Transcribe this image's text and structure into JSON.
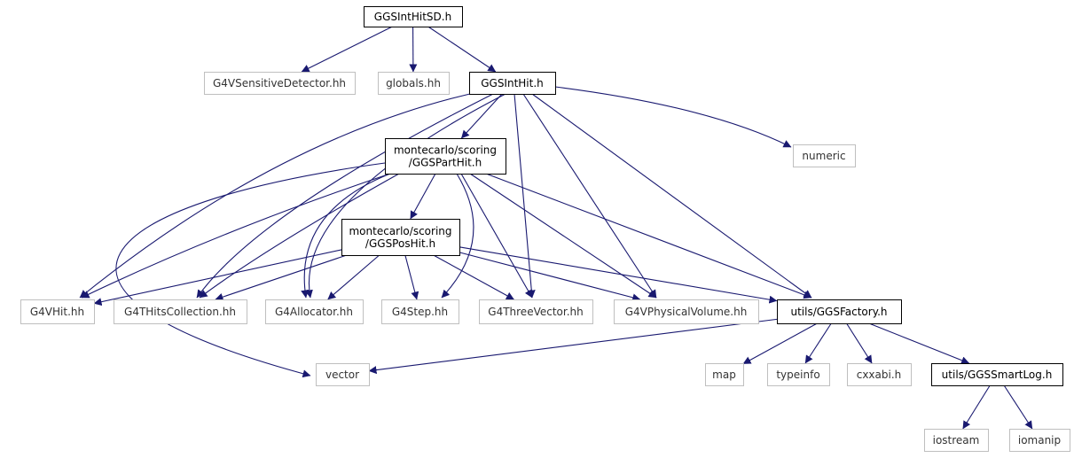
{
  "diagram": {
    "title": "",
    "colors": {
      "edge": "#191970",
      "root_fill": "#bfbfbf",
      "documented_border": "#000000",
      "external_border": "#bfbfbf",
      "documented_text": "#000000",
      "external_text": "#333333",
      "background": "#ffffff"
    },
    "nodes": [
      {
        "id": "ggs-int-hit-sd",
        "lines": [
          "GGSIntHitSD.h"
        ],
        "kind": "root"
      },
      {
        "id": "g4-vsensitive-detector",
        "lines": [
          "G4VSensitiveDetector.hh"
        ],
        "kind": "external"
      },
      {
        "id": "globals",
        "lines": [
          "globals.hh"
        ],
        "kind": "external"
      },
      {
        "id": "ggs-int-hit",
        "lines": [
          "GGSIntHit.h"
        ],
        "kind": "documented"
      },
      {
        "id": "ggs-part-hit",
        "lines": [
          "montecarlo/scoring",
          "/GGSPartHit.h"
        ],
        "kind": "documented"
      },
      {
        "id": "numeric",
        "lines": [
          "numeric"
        ],
        "kind": "external"
      },
      {
        "id": "ggs-pos-hit",
        "lines": [
          "montecarlo/scoring",
          "/GGSPosHit.h"
        ],
        "kind": "documented"
      },
      {
        "id": "g4-vhit",
        "lines": [
          "G4VHit.hh"
        ],
        "kind": "external"
      },
      {
        "id": "g4-thits-collection",
        "lines": [
          "G4THitsCollection.hh"
        ],
        "kind": "external"
      },
      {
        "id": "g4-allocator",
        "lines": [
          "G4Allocator.hh"
        ],
        "kind": "external"
      },
      {
        "id": "g4-step",
        "lines": [
          "G4Step.hh"
        ],
        "kind": "external"
      },
      {
        "id": "g4-three-vector",
        "lines": [
          "G4ThreeVector.hh"
        ],
        "kind": "external"
      },
      {
        "id": "g4-vphysical-volume",
        "lines": [
          "G4VPhysicalVolume.hh"
        ],
        "kind": "external"
      },
      {
        "id": "ggs-factory",
        "lines": [
          "utils/GGSFactory.h"
        ],
        "kind": "documented"
      },
      {
        "id": "vector",
        "lines": [
          "vector"
        ],
        "kind": "external"
      },
      {
        "id": "map",
        "lines": [
          "map"
        ],
        "kind": "external"
      },
      {
        "id": "typeinfo",
        "lines": [
          "typeinfo"
        ],
        "kind": "external"
      },
      {
        "id": "cxxabi",
        "lines": [
          "cxxabi.h"
        ],
        "kind": "external"
      },
      {
        "id": "ggs-smart-log",
        "lines": [
          "utils/GGSSmartLog.h"
        ],
        "kind": "documented"
      },
      {
        "id": "iostream",
        "lines": [
          "iostream"
        ],
        "kind": "external"
      },
      {
        "id": "iomanip",
        "lines": [
          "iomanip"
        ],
        "kind": "external"
      }
    ],
    "edges": [
      {
        "from": "ggs-int-hit-sd",
        "to": "g4-vsensitive-detector"
      },
      {
        "from": "ggs-int-hit-sd",
        "to": "globals"
      },
      {
        "from": "ggs-int-hit-sd",
        "to": "ggs-int-hit"
      },
      {
        "from": "ggs-int-hit",
        "to": "ggs-part-hit"
      },
      {
        "from": "ggs-int-hit",
        "to": "numeric"
      },
      {
        "from": "ggs-int-hit",
        "to": "g4-vhit"
      },
      {
        "from": "ggs-int-hit",
        "to": "g4-thits-collection"
      },
      {
        "from": "ggs-int-hit",
        "to": "g4-allocator"
      },
      {
        "from": "ggs-int-hit",
        "to": "g4-three-vector"
      },
      {
        "from": "ggs-int-hit",
        "to": "g4-vphysical-volume"
      },
      {
        "from": "ggs-int-hit",
        "to": "ggs-factory"
      },
      {
        "from": "ggs-part-hit",
        "to": "ggs-pos-hit"
      },
      {
        "from": "ggs-part-hit",
        "to": "vector"
      },
      {
        "from": "ggs-part-hit",
        "to": "g4-vhit"
      },
      {
        "from": "ggs-part-hit",
        "to": "g4-thits-collection"
      },
      {
        "from": "ggs-part-hit",
        "to": "g4-allocator"
      },
      {
        "from": "ggs-part-hit",
        "to": "g4-step"
      },
      {
        "from": "ggs-part-hit",
        "to": "g4-three-vector"
      },
      {
        "from": "ggs-part-hit",
        "to": "g4-vphysical-volume"
      },
      {
        "from": "ggs-part-hit",
        "to": "ggs-factory"
      },
      {
        "from": "ggs-pos-hit",
        "to": "g4-vhit"
      },
      {
        "from": "ggs-pos-hit",
        "to": "g4-thits-collection"
      },
      {
        "from": "ggs-pos-hit",
        "to": "g4-allocator"
      },
      {
        "from": "ggs-pos-hit",
        "to": "g4-step"
      },
      {
        "from": "ggs-pos-hit",
        "to": "g4-three-vector"
      },
      {
        "from": "ggs-pos-hit",
        "to": "g4-vphysical-volume"
      },
      {
        "from": "ggs-pos-hit",
        "to": "ggs-factory"
      },
      {
        "from": "ggs-factory",
        "to": "vector"
      },
      {
        "from": "ggs-factory",
        "to": "map"
      },
      {
        "from": "ggs-factory",
        "to": "typeinfo"
      },
      {
        "from": "ggs-factory",
        "to": "cxxabi"
      },
      {
        "from": "ggs-factory",
        "to": "ggs-smart-log"
      },
      {
        "from": "ggs-smart-log",
        "to": "iostream"
      },
      {
        "from": "ggs-smart-log",
        "to": "iomanip"
      }
    ]
  }
}
